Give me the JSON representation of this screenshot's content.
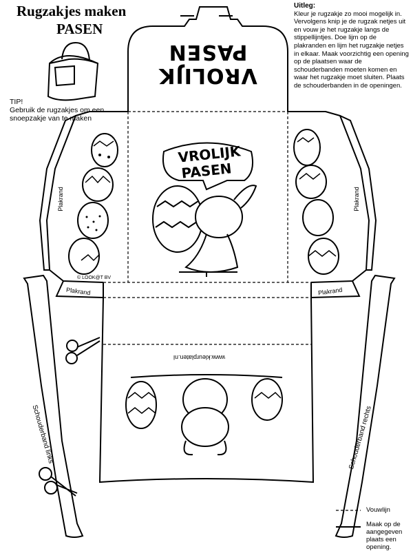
{
  "title": {
    "line1": "Rugzakjes maken",
    "line2": "PASEN"
  },
  "tip": {
    "heading": "TIP!",
    "text": "Gebruik de rugzakjes om een snoepzakje van te maken"
  },
  "uitleg": {
    "heading": "Uitleg:",
    "text": "Kleur je rugzakje zo mooi mogelijk in. Vervolgens knip je de rugzak netjes uit en vouw je het rugzakje langs de stippellijntjes. Doe lijm op de plakranden en lijm het rugzakje netjes in elkaar. Maak voorzichtig een opening op de plaatsen waar de schouderbanden moeten komen en waar het rugzakje moet sluiten.  Plaats de schouderbanden in de openingen."
  },
  "flap_text": "VROLIJK PASEN",
  "bubble_text": {
    "line1": "VROLIJK",
    "line2": "PASEN"
  },
  "labels": {
    "plakrand_left": "Plakrand",
    "plakrand_right": "Plakrand",
    "plakrand_bottom_left": "Plakrand",
    "plakrand_bottom_right": "Plakrand",
    "copyright": "© LOOK@T BV",
    "website": "www.kleurplaten.nl",
    "strap_left": "Schouderband links",
    "strap_right": "Schouderband rechts"
  },
  "legend": {
    "fold_line": "Vouwlijn",
    "opening": "Maak op de aangegeven plaats een opening."
  }
}
